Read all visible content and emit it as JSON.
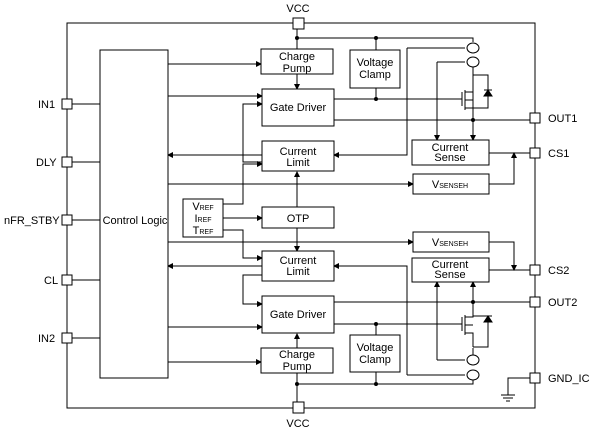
{
  "pins": {
    "vcc_top": "VCC",
    "vcc_bottom": "VCC",
    "in1": "IN1",
    "dly": "DLY",
    "nfr_stby": "nFR_STBY",
    "cl": "CL",
    "in2": "IN2",
    "out1": "OUT1",
    "cs1": "CS1",
    "cs2": "CS2",
    "out2": "OUT2",
    "gnd_ic": "GND_IC"
  },
  "blocks": {
    "control_logic": "Control Logic",
    "charge_pump_1": [
      "Charge",
      "Pump"
    ],
    "voltage_clamp_1": [
      "Voltage",
      "Clamp"
    ],
    "gate_driver_1": "Gate Driver",
    "current_limit_1": [
      "Current",
      "Limit"
    ],
    "current_sense_1": [
      "Current",
      "Sense"
    ],
    "vsenseh_1": {
      "main": "V",
      "sub": "SENSEH"
    },
    "refs": [
      {
        "main": "V",
        "sub": "REF"
      },
      {
        "main": "I",
        "sub": "REF"
      },
      {
        "main": "T",
        "sub": "REF"
      }
    ],
    "otp": "OTP",
    "vsenseh_2": {
      "main": "V",
      "sub": "SENSEH"
    },
    "current_sense_2": [
      "Current",
      "Sense"
    ],
    "current_limit_2": [
      "Current",
      "Limit"
    ],
    "gate_driver_2": "Gate Driver",
    "charge_pump_2": [
      "Charge",
      "Pump"
    ],
    "voltage_clamp_2": [
      "Voltage",
      "Clamp"
    ]
  }
}
